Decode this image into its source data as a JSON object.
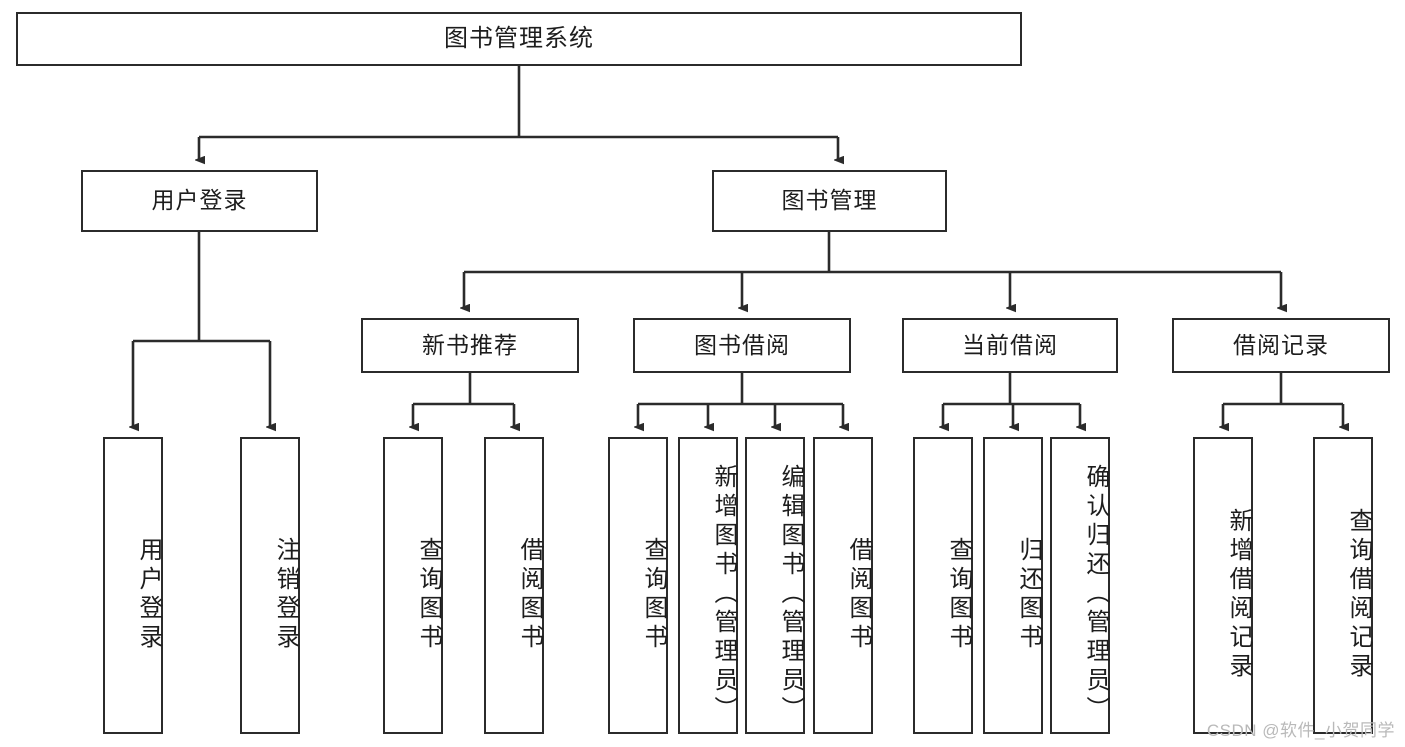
{
  "diagram": {
    "title": "图书管理系统",
    "type": "hierarchy-tree",
    "colors": {
      "box_border": "#2b2b2b",
      "box_fill": "#ffffff",
      "connector": "#2b2b2b",
      "background": "#ffffff",
      "watermark": "#b9b9b9"
    },
    "root": {
      "label": "图书管理系统"
    },
    "level2": [
      {
        "label": "用户登录"
      },
      {
        "label": "图书管理"
      }
    ],
    "level3": [
      {
        "label": "新书推荐"
      },
      {
        "label": "图书借阅"
      },
      {
        "label": "当前借阅"
      },
      {
        "label": "借阅记录"
      }
    ],
    "leaves": {
      "user_login": [
        {
          "label": "用户登录"
        },
        {
          "label": "注销登录"
        }
      ],
      "new_book_recommend": [
        {
          "label": "查询图书"
        },
        {
          "label": "借阅图书"
        }
      ],
      "book_borrow": [
        {
          "label": "查询图书"
        },
        {
          "label": "新增图书（管理员）"
        },
        {
          "label": "编辑图书（管理员）"
        },
        {
          "label": "借阅图书"
        }
      ],
      "current_borrow": [
        {
          "label": "查询图书"
        },
        {
          "label": "归还图书"
        },
        {
          "label": "确认归还（管理员）"
        }
      ],
      "borrow_record": [
        {
          "label": "新增借阅记录"
        },
        {
          "label": "查询借阅记录"
        }
      ]
    }
  },
  "watermark": {
    "text": "CSDN @软件_小贺同学"
  }
}
